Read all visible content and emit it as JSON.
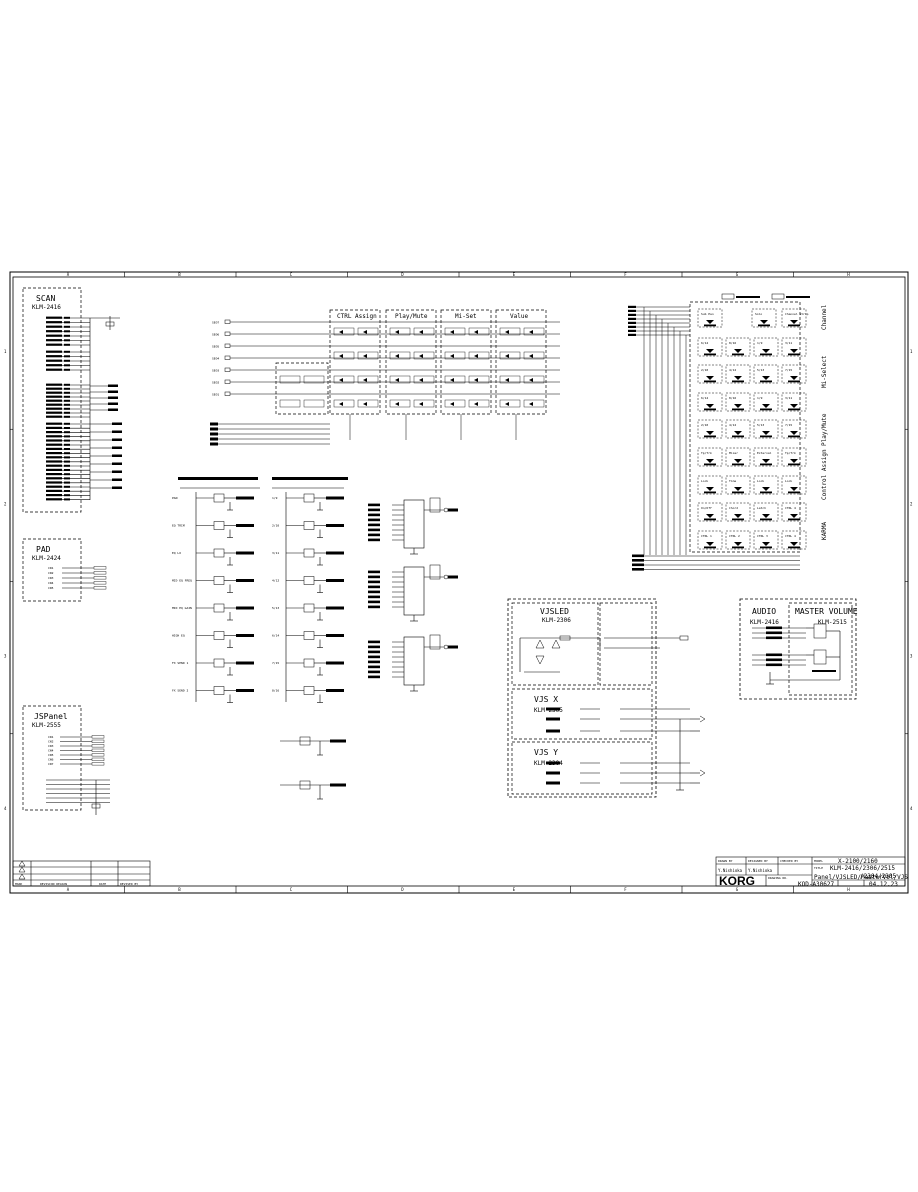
{
  "grid": {
    "columns": [
      "A",
      "B",
      "C",
      "D",
      "E",
      "F",
      "G",
      "H"
    ],
    "rows": [
      "1",
      "2",
      "3",
      "4"
    ]
  },
  "blocks": {
    "scan": {
      "title": "SCAN",
      "part": "KLM-2416"
    },
    "pad": {
      "title": "PAD",
      "part": "KLM-2424"
    },
    "jspanel": {
      "title": "JSPanel",
      "part": "KLM-2555"
    },
    "vjsled": {
      "title": "VJSLED",
      "part": "KLM-2306"
    },
    "vjsx": {
      "title": "VJS X",
      "part": "KLM-2305"
    },
    "vjsy": {
      "title": "VJS Y",
      "part": "KLM-2304"
    },
    "audio": {
      "title": "AUDIO",
      "part": "KLM-2416"
    },
    "master_volume": {
      "title": "MASTER VOLUME",
      "part": "KLM-2515"
    }
  },
  "switch_groups": [
    "CTRL Assign",
    "Play/Mute",
    "Mi-Set",
    "Value"
  ],
  "scan_lines": [
    "SEO7",
    "SEO6",
    "SEO5",
    "SEO4",
    "SEO3",
    "SEO2",
    "SEO1"
  ],
  "led_sections": [
    "Channel",
    "Mi-Select",
    "Play/Mute",
    "Control Assign",
    "KARMA"
  ],
  "led_cells": [
    [
      "Sub Pan",
      "Solo",
      "Channel Strip"
    ],
    [
      "6/14",
      "8/16",
      "1/9",
      "3/11"
    ],
    [
      "2/10",
      "4/12",
      "5/13",
      "7/15"
    ],
    [
      "6/14",
      "8/16",
      "1/9",
      "3/11"
    ],
    [
      "2/10",
      "4/12",
      "5/13",
      "7/15"
    ],
    [
      "Tp/Trk",
      "Mixer",
      "External",
      "Tp/Trk"
    ],
    [
      "Lock",
      "Time",
      "Lock",
      "Lock"
    ],
    [
      "On/Off",
      "Chord",
      "Latch",
      "CTRL 4"
    ],
    [
      "CTRL 1",
      "CTRL 2",
      "CTRL 3",
      "CTRL 4"
    ]
  ],
  "slider_labels": [
    "PAN",
    "EQ TRIM",
    "EQ LO",
    "MID EQ FREQ",
    "MID EQ GAIN",
    "HIGH EQ",
    "FX SEND 1",
    "FX SEND 2"
  ],
  "slider_labels_2": [
    "1/9",
    "2/10",
    "3/11",
    "4/12",
    "5/13",
    "6/14",
    "7/15",
    "8/16"
  ],
  "pad_pins": [
    "CN1",
    "CN2",
    "CN3",
    "CN4",
    "CN5"
  ],
  "jspanel_pins": [
    "CN1",
    "CN2",
    "CN3",
    "CN4",
    "CN5",
    "CN6",
    "CN7"
  ],
  "title_block": {
    "revision_header": [
      "MARK",
      "REVISION REASON",
      "DATE",
      "REVISED BY"
    ],
    "drawn_by_label": "DRAWN BY",
    "designed_by_label": "DESIGNED BY",
    "checked_by_label": "CHECKED BY",
    "drawn_by": "Y.Nishioka",
    "designed_by": "Y.Nishioka",
    "model_label": "MODEL",
    "model": "X-2100/2160",
    "title_label": "TITLE",
    "title_line1": "KLM-2416/2306/2515",
    "title_line2": "/2304/2305",
    "title_line3": "Panel/VJSLED/MasterVol/VJS",
    "brand": "KORG",
    "drawing_no_label": "DRAWING NO.",
    "drawing_no": "KOD-A30627",
    "date_label": "DATE",
    "date": "04.12.23"
  },
  "colors": {
    "ink": "#000000",
    "paper": "#ffffff"
  }
}
